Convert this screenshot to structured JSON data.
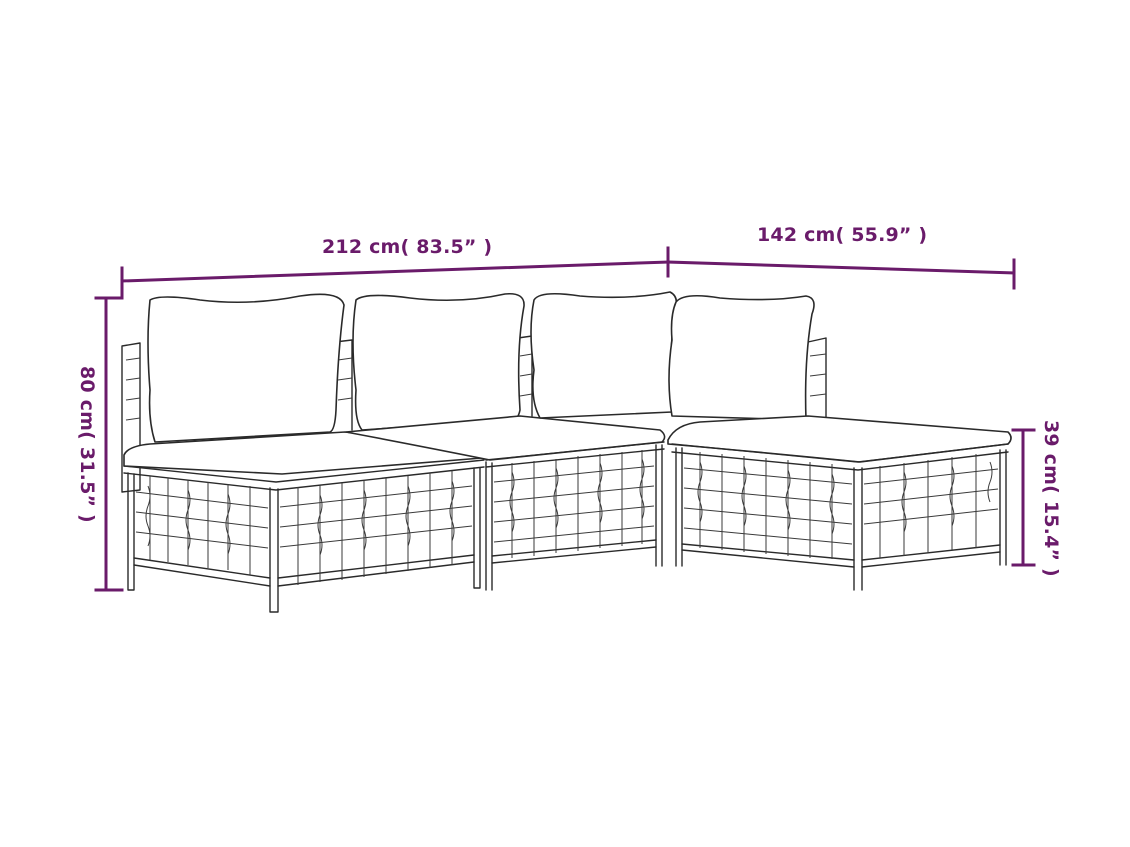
{
  "diagram": {
    "subject": "4-piece modular garden sofa set with cushions",
    "colors": {
      "dimension": "#6a1b6a",
      "line_art": "#2a2a2a",
      "background": "#ffffff"
    },
    "dimensions": {
      "width_left": {
        "label": "212 cm( 83.5”  )",
        "cm": 212,
        "inch": 83.5
      },
      "width_right": {
        "label": "142 cm( 55.9”  )",
        "cm": 142,
        "inch": 55.9
      },
      "height_total": {
        "label": "80 cm( 31.5”  )",
        "cm": 80,
        "inch": 31.5
      },
      "height_seat": {
        "label": "39 cm( 15.4”  )",
        "cm": 39,
        "inch": 15.4
      }
    },
    "pieces": [
      {
        "name": "corner-sofa-left"
      },
      {
        "name": "middle-sofa"
      },
      {
        "name": "corner-sofa-right"
      },
      {
        "name": "footstool"
      }
    ]
  }
}
